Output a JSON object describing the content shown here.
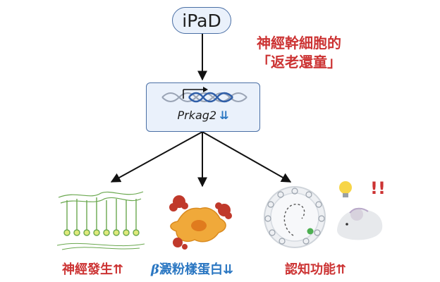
{
  "top_node": {
    "label": "iPaD"
  },
  "caption": {
    "line1": "神經幹細胞的",
    "line2": "「返老還童」"
  },
  "gene": {
    "name": "Prkag2",
    "arrow": "⇊"
  },
  "outcomes": [
    {
      "label": "神經發生",
      "arrow": "⇈",
      "icon": "neuron-row-icon"
    },
    {
      "prefix": "β",
      "label": "澱粉樣蛋白",
      "arrow": "⇊",
      "icon": "amyloid-cell-icon"
    },
    {
      "label": "認知功能",
      "arrow": "⇈",
      "icon": "water-maze-icon"
    }
  ],
  "alert": {
    "text": "!!"
  },
  "colors": {
    "red": "#cc3333",
    "blue": "#2b77c2",
    "box_border": "#4a6fa5",
    "box_fill": "#eaf1fb"
  }
}
